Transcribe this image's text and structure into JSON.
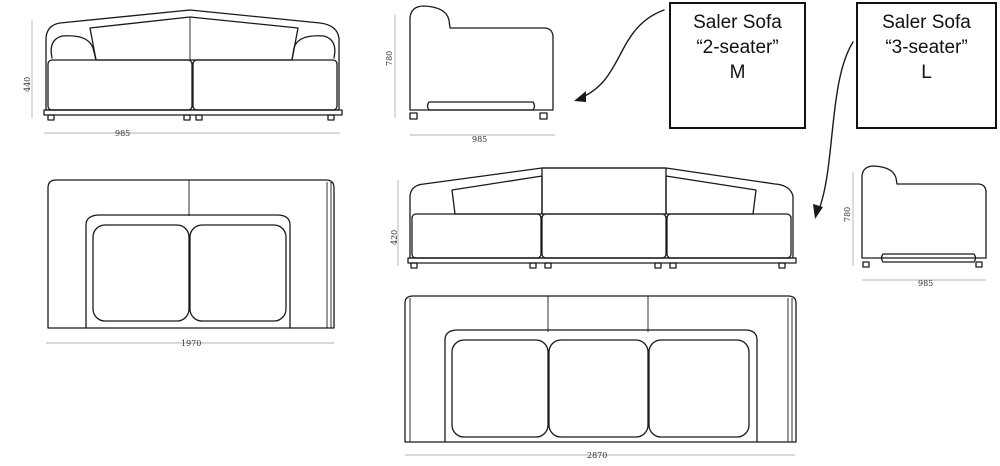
{
  "labels": {
    "m": {
      "name": "Saler Sofa",
      "seats": "“2-seater”",
      "size": "M"
    },
    "l": {
      "name": "Saler Sofa",
      "seats": "“3-seater”",
      "size": "L"
    }
  },
  "dimensions": {
    "m_front_height": "440",
    "m_front_width": "985",
    "m_side_height": "780",
    "m_side_depth": "985",
    "m_top_width": "1970",
    "l_front_height": "420",
    "l_side_height": "780",
    "l_side_depth": "985",
    "l_top_width": "2870"
  }
}
